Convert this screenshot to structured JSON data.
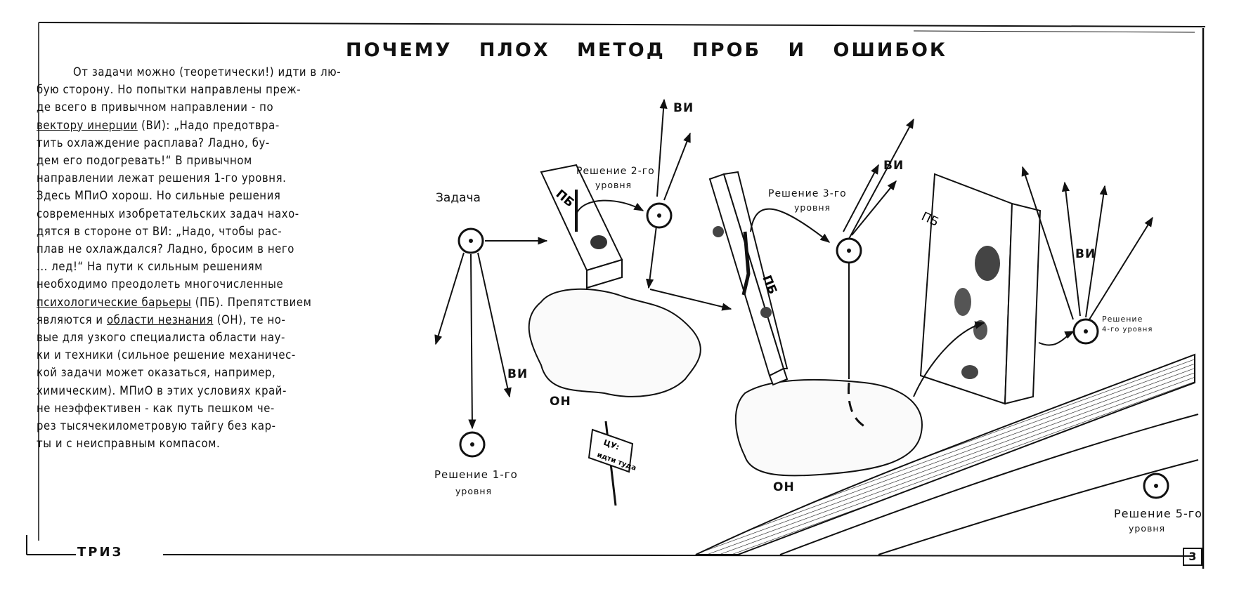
{
  "title": "ПОЧЕМУ ПЛОХ МЕТОД ПРОБ И ОШИБОК",
  "body_lines": [
    {
      "t": "От задачи можно (теоретически!) идти в лю-",
      "ind": true
    },
    {
      "t": "бую сторону. Но попытки направлены преж-"
    },
    {
      "t": "де всего в привычном направлении - по"
    },
    {
      "u": "вектору инерции",
      "t": " (ВИ): „Надо предотвра-"
    },
    {
      "t": "тить охлаждение расплава? Ладно, бу-"
    },
    {
      "t": "дем его подогревать!“ В привычном"
    },
    {
      "t": "направлении лежат решения 1-го уровня."
    },
    {
      "t": "Здесь МПиО хорош. Но сильные решения"
    },
    {
      "t": "современных изобретательских задач нахо-"
    },
    {
      "t": "дятся в стороне от ВИ: „Надо, чтобы рас-"
    },
    {
      "t": "плав не охлаждался? Ладно, бросим в него"
    },
    {
      "t": "... лед!“ На пути к сильным решениям"
    },
    {
      "t": "необходимо преодолеть многочисленные"
    },
    {
      "u": "психологические барьеры",
      "t": " (ПБ). Препятствием"
    },
    {
      "p": "являются и ",
      "u": "области незнания",
      "t": " (ОН), те но-"
    },
    {
      "t": "вые для узкого специалиста области нау-"
    },
    {
      "t": "ки и техники (сильное решение механичес-"
    },
    {
      "t": "кой задачи может оказаться, например,"
    },
    {
      "t": "химическим). МПиО в этих условиях край-"
    },
    {
      "t": "не неэффективен - как путь пешком че-"
    },
    {
      "t": "рез тысячекилометровую тайгу без кар-"
    },
    {
      "t": "ты и с неисправным компасом."
    }
  ],
  "labels": {
    "task": "Задача",
    "sol2a": "Решение 2-го",
    "sol2b": "уровня",
    "sol3a": "Решение 3-го",
    "sol3b": "уровня",
    "sol1a": "Решение 1-го",
    "sol1b": "уровня",
    "sol4a": "Решение",
    "sol4b": "4-го уровня",
    "sol5a": "Решение 5-го",
    "sol5b": "уровня",
    "vi": "ВИ",
    "on": "ОН",
    "pb": "ПБ",
    "sign_a": "ЦУ:",
    "sign_b": "идти туда"
  },
  "footer": {
    "brand": "ТРИЗ",
    "page": "3"
  }
}
